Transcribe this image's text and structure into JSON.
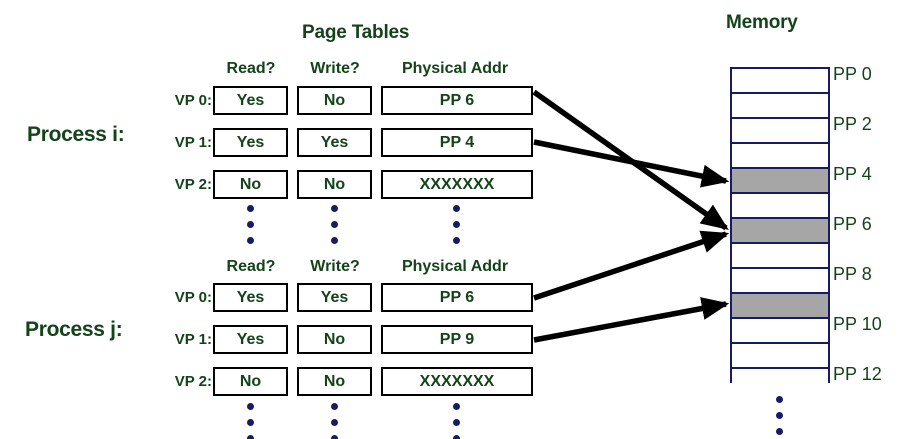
{
  "titles": {
    "page_tables": "Page Tables",
    "memory": "Memory"
  },
  "colors": {
    "text_green": "#14431a",
    "box_border": "#000000",
    "memory_border": "#161c63",
    "memory_filled": "#a6a6a6",
    "dot": "#161c63",
    "arrow": "#000000",
    "background": "#ffffff"
  },
  "processes": [
    {
      "label": "Process i:",
      "headers": [
        "Read?",
        "Write?",
        "Physical Addr"
      ],
      "rows": [
        {
          "vp": "VP 0:",
          "read": "Yes",
          "write": "No",
          "addr": "PP 6"
        },
        {
          "vp": "VP 1:",
          "read": "Yes",
          "write": "Yes",
          "addr": "PP 4"
        },
        {
          "vp": "VP 2:",
          "read": "No",
          "write": "No",
          "addr": "XXXXXXX"
        }
      ],
      "ellipsis": "⋮"
    },
    {
      "label": "Process j:",
      "headers": [
        "Read?",
        "Write?",
        "Physical Addr"
      ],
      "rows": [
        {
          "vp": "VP 0:",
          "read": "Yes",
          "write": "Yes",
          "addr": "PP 6"
        },
        {
          "vp": "VP 1:",
          "read": "Yes",
          "write": "No",
          "addr": "PP 9"
        },
        {
          "vp": "VP 2:",
          "read": "No",
          "write": "No",
          "addr": "XXXXXXX"
        }
      ],
      "ellipsis": "⋮"
    }
  ],
  "memory": {
    "cell_count": 13,
    "filled_indices": [
      4,
      6,
      9
    ],
    "labels": [
      {
        "index": 0,
        "text": "PP 0"
      },
      {
        "index": 2,
        "text": "PP 2"
      },
      {
        "index": 4,
        "text": "PP 4"
      },
      {
        "index": 6,
        "text": "PP 6"
      },
      {
        "index": 8,
        "text": "PP 8"
      },
      {
        "index": 10,
        "text": "PP 10"
      },
      {
        "index": 12,
        "text": "PP 12"
      }
    ],
    "ellipsis": "⋮"
  },
  "mappings": [
    {
      "from": "process-i.vp0",
      "to": "memory.pp6"
    },
    {
      "from": "process-i.vp1",
      "to": "memory.pp4"
    },
    {
      "from": "process-j.vp0",
      "to": "memory.pp6"
    },
    {
      "from": "process-j.vp1",
      "to": "memory.pp9"
    }
  ]
}
